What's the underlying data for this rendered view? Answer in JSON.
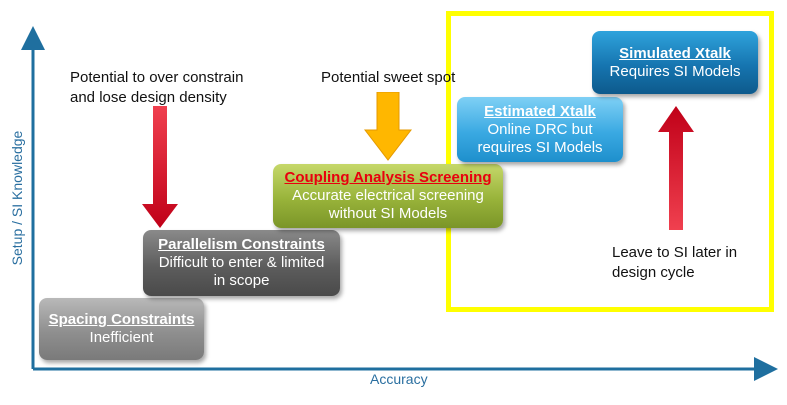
{
  "axes": {
    "x_label": "Accuracy",
    "y_label": "Setup / SI Knowledge"
  },
  "steps": [
    {
      "title": "Spacing Constraints",
      "lines": [
        "Inefficient"
      ]
    },
    {
      "title": "Parallelism Constraints",
      "lines": [
        "Difficult to enter & limited",
        "in scope"
      ]
    },
    {
      "title": "Coupling Analysis Screening",
      "lines": [
        "Accurate electrical screening",
        "without SI Models"
      ]
    },
    {
      "title": "Estimated Xtalk",
      "lines": [
        "Online DRC but",
        "requires SI Models"
      ]
    },
    {
      "title": "Simulated Xtalk",
      "lines": [
        "Requires SI Models"
      ]
    }
  ],
  "notes": {
    "over_constrain": [
      "Potential to over constrain",
      "and lose design density"
    ],
    "sweet_spot": "Potential sweet spot",
    "leave_to_si": [
      "Leave to SI later in",
      "design cycle"
    ]
  },
  "colors": {
    "axis": "#1f6f9f",
    "highlight": "#ffff00",
    "red_arrow": "#e0142a",
    "yellow_arrow": "#ffb700",
    "coupling_title": "#e8000e"
  }
}
